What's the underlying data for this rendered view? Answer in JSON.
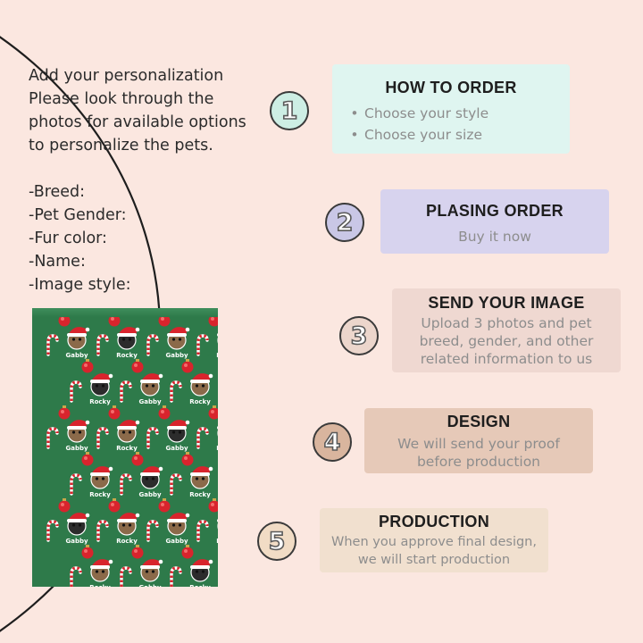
{
  "intro": {
    "lines": [
      "Add your personalization",
      "Please look through the",
      "photos for available options",
      "to personalize the pets."
    ],
    "fields": [
      "-Breed:",
      "-Pet Gender:",
      "-Fur color:",
      "-Name:",
      "-Image style:"
    ]
  },
  "steps": [
    {
      "number": "1",
      "title": "HOW TO ORDER",
      "bullets": [
        "Choose your style",
        "Choose your size"
      ],
      "color": "#dff5f0",
      "badge_color": "#cdeee4"
    },
    {
      "number": "2",
      "title": "PLASING ORDER",
      "body": "Buy it now",
      "color": "#d7d3ee",
      "badge_color": "#c9c7e6"
    },
    {
      "number": "3",
      "title": "SEND YOUR IMAGE",
      "body_lines": [
        "Upload 3 photos and pet",
        "breed, gender, and other",
        "related information to us"
      ],
      "color": "#efd8d1",
      "badge_color": "#ecd6cc"
    },
    {
      "number": "4",
      "title": "DESIGN",
      "body_lines": [
        "We will send your proof",
        "before production"
      ],
      "color": "#e6c9b8",
      "badge_color": "#d9b59e"
    },
    {
      "number": "5",
      "title": "PRODUCTION",
      "body_lines": [
        "When you approve final design,",
        "we will start production"
      ],
      "color": "#f1e0cf",
      "badge_color": "#f1dcc5"
    }
  ],
  "blanket": {
    "pet_names": [
      "Gabby",
      "Rocky"
    ],
    "background_color": "#2e7a4a"
  }
}
